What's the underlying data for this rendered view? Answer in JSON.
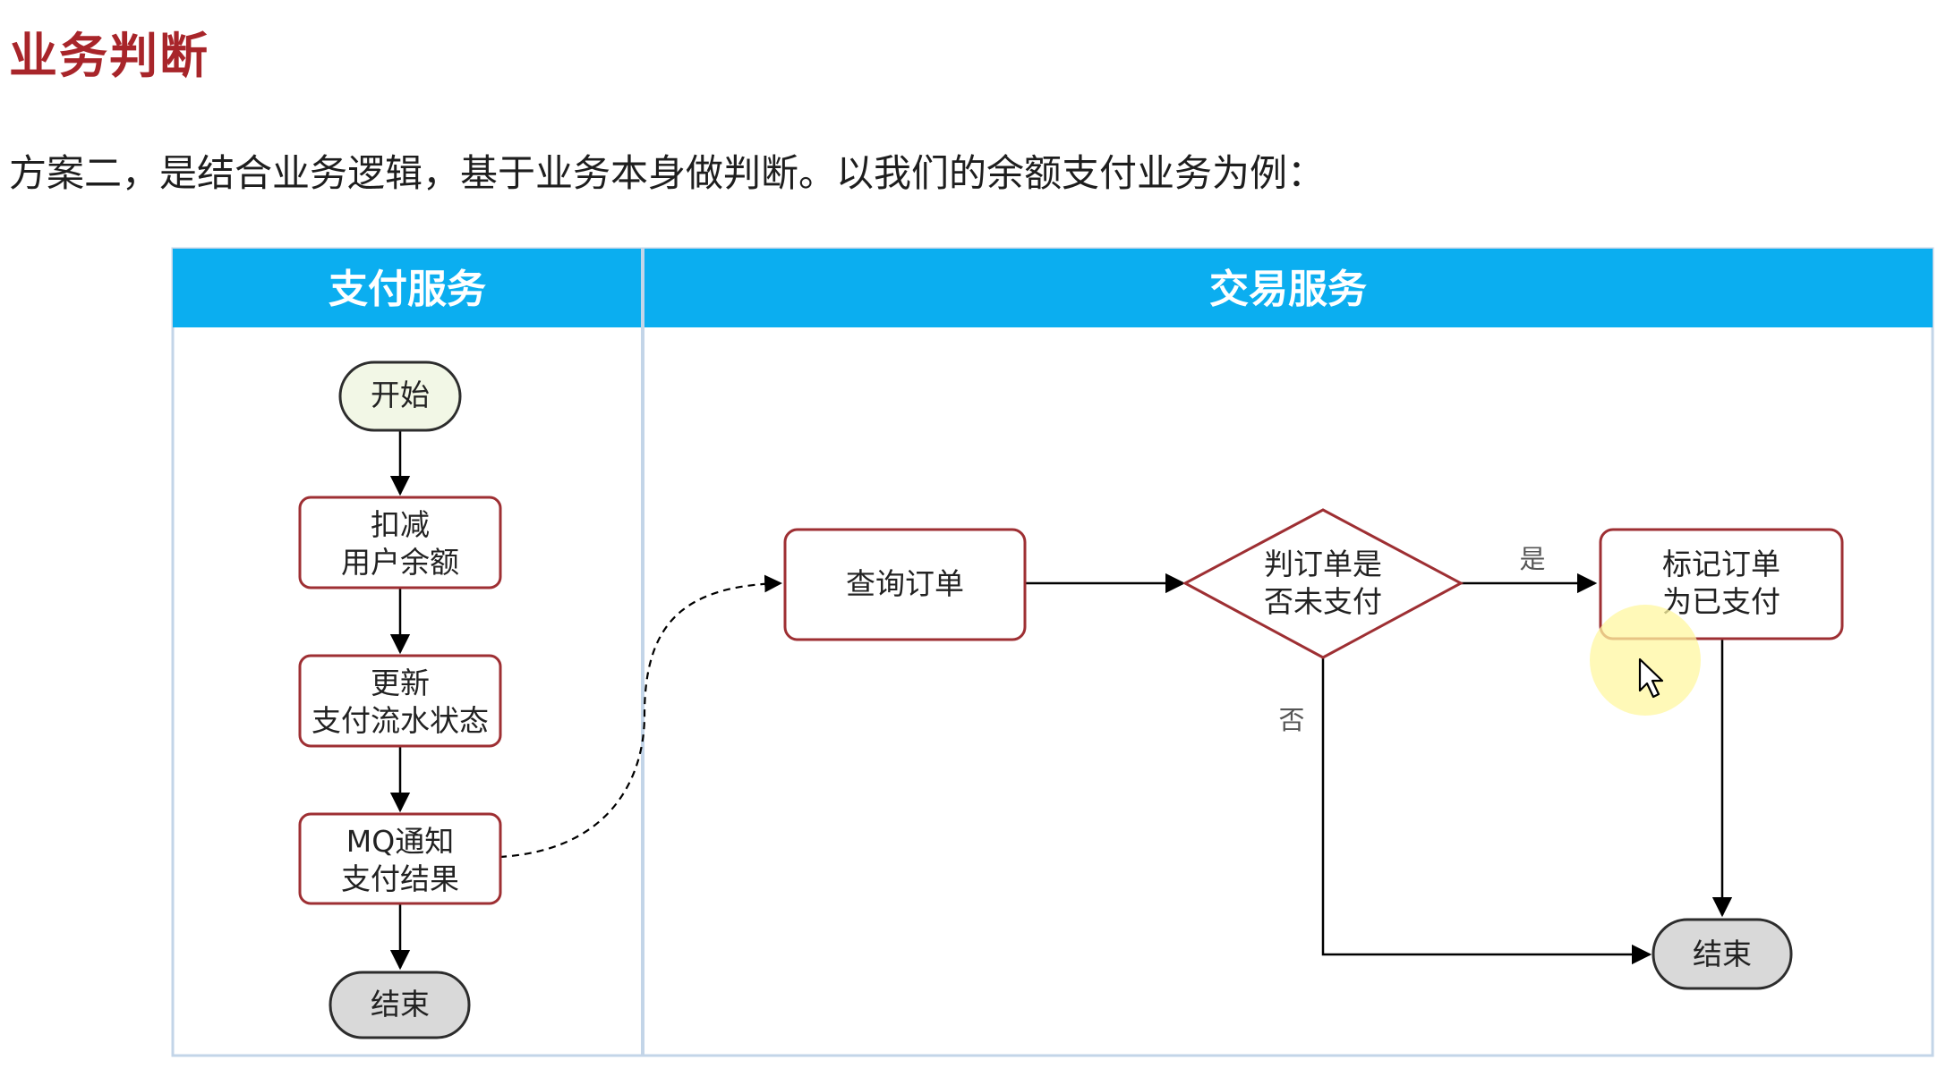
{
  "page": {
    "title": "业务判断",
    "intro": "方案二，是结合业务逻辑，基于业务本身做判断。以我们的余额支付业务为例："
  },
  "diagram": {
    "lanes": {
      "payment": "支付服务",
      "trade": "交易服务"
    },
    "nodes": {
      "start": "开始",
      "deduct": [
        "扣减",
        "用户余额"
      ],
      "update": [
        "更新",
        "支付流水状态"
      ],
      "notify": [
        "MQ通知",
        "支付结果"
      ],
      "end_pay": "结束",
      "query": "查询订单",
      "check": [
        "判订单是",
        "否未支付"
      ],
      "mark": [
        "标记订单",
        "为已支付"
      ],
      "end_trade": "结束"
    },
    "edges": {
      "yes": "是",
      "no": "否"
    },
    "colors": {
      "lane_header": "#0baef0",
      "node_border": "#9e2f33",
      "start_fill": "#f2f7e6",
      "end_fill": "#d9d9d9",
      "title": "#a8252a"
    }
  }
}
